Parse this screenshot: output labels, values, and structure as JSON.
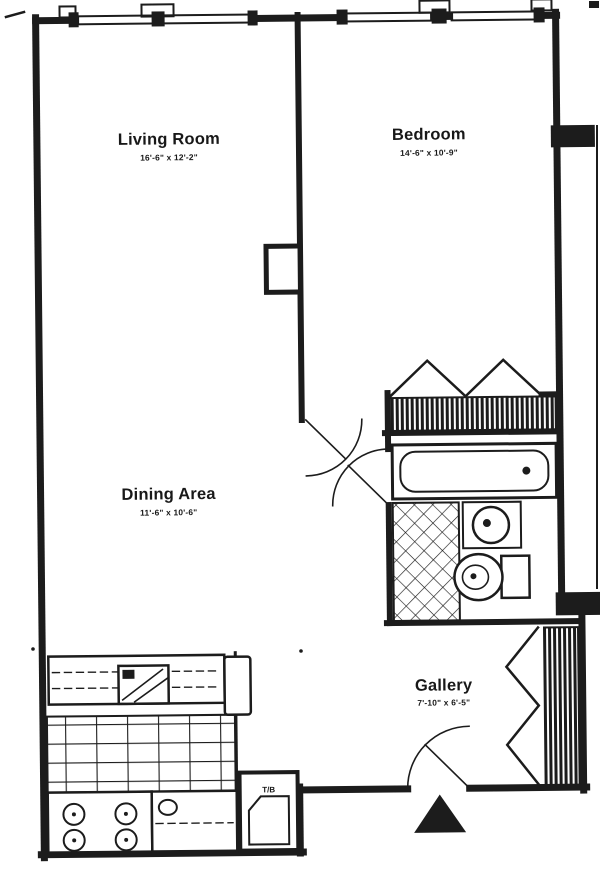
{
  "drawing": {
    "type": "apartment-floorplan-scan",
    "ink_color": "#1c1c1c",
    "paper_color": "#ffffff"
  },
  "rooms": {
    "living": {
      "name": "Living Room",
      "dims": "16'-6\" x 12'-2\""
    },
    "bedroom": {
      "name": "Bedroom",
      "dims": "14'-6\" x 10'-9\""
    },
    "dining": {
      "name": "Dining Area",
      "dims": "11'-6\" x 10'-6\""
    },
    "gallery": {
      "name": "Gallery",
      "dims": "7'-10\" x 6'-5\""
    },
    "utility": {
      "label": "T/B"
    }
  },
  "fixtures": [
    "bathtub",
    "bathroom-sink",
    "toilet",
    "tiled-bath-floor",
    "bedroom-closet",
    "gallery-closet",
    "kitchen-range",
    "kitchen-counter",
    "kitchen-sink",
    "refrigerator",
    "windows",
    "ac-units",
    "bedroom-door",
    "bathroom-door",
    "entry-door",
    "entry-arrow"
  ]
}
